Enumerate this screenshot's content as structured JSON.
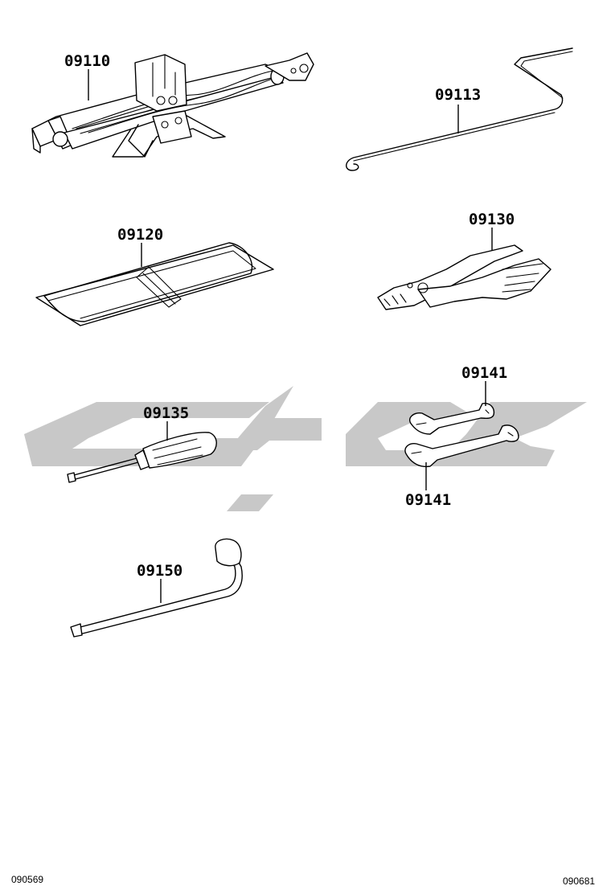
{
  "colors": {
    "line": "#000000",
    "background": "#ffffff",
    "watermark": "#c8c8c8"
  },
  "parts": [
    {
      "id": "jack",
      "label": "09110",
      "icon": "scissor-jack-icon"
    },
    {
      "id": "jack-handle",
      "label": "09113",
      "icon": "jack-handle-icon"
    },
    {
      "id": "tool-bag",
      "label": "09120",
      "icon": "tool-bag-icon"
    },
    {
      "id": "pliers",
      "label": "09130",
      "icon": "pliers-icon"
    },
    {
      "id": "screwdriver",
      "label": "09135",
      "icon": "screwdriver-icon"
    },
    {
      "id": "wrench-upper",
      "label": "09141",
      "icon": "open-end-wrench-icon"
    },
    {
      "id": "wrench-lower",
      "label": "09141",
      "icon": "open-end-wrench-icon"
    },
    {
      "id": "lug-wrench",
      "label": "09150",
      "icon": "lug-wrench-icon"
    }
  ],
  "footer": {
    "left_code": "090569",
    "right_code": "090681"
  }
}
